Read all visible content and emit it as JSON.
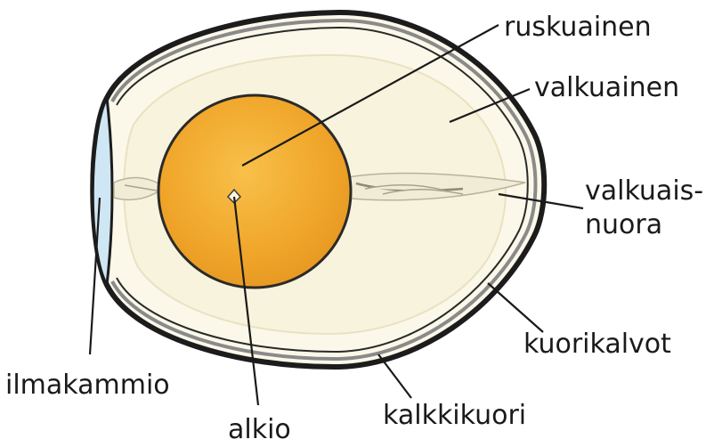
{
  "labels": {
    "yolk": "ruskuainen",
    "albumen": "valkuainen",
    "chalaza_line1": "valkuais-",
    "chalaza_line2": "nuora",
    "membranes": "kuorikalvot",
    "air_cell": "ilmakammio",
    "embryo": "alkio",
    "shell": "kalkkikuori"
  },
  "colors": {
    "shell_outline": "#1c1c1c",
    "shell_gray": "#8a8a8a",
    "albumen_inner": "#f7f3dd",
    "albumen_outer": "#fbf8ea",
    "yolk": "#f2ab2f",
    "yolk_edge": "#2a2a2a",
    "air_cell": "#cfe6f4",
    "leader": "#1a1a1a"
  }
}
